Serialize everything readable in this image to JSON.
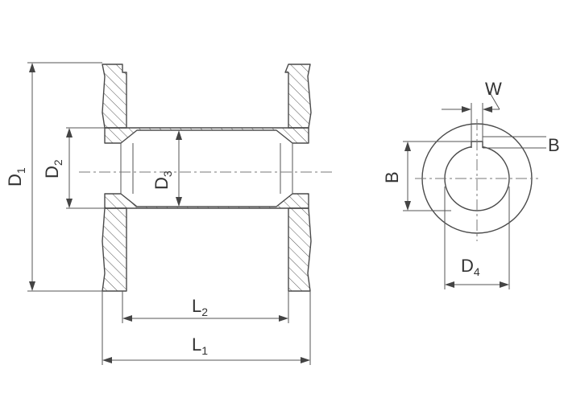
{
  "labels": {
    "d1": "D",
    "d1_sub": "1",
    "d2": "D",
    "d2_sub": "2",
    "d3": "D",
    "d3_sub": "3",
    "d4": "D",
    "d4_sub": "4",
    "l1": "L",
    "l1_sub": "1",
    "l2": "L",
    "l2_sub": "2",
    "w": "W",
    "b_right": "B",
    "b_left": "B"
  }
}
